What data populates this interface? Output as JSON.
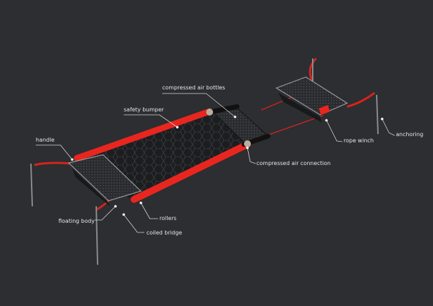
{
  "labels": {
    "compressed_air_bottles": "compressed air bottles",
    "safety_bumper": "safety bumper",
    "handle": "handle",
    "compressed_air_connection": "compressed air connection",
    "rope_winch": "rope winch",
    "anchoring": "anchoring",
    "rollers": "rollers",
    "floating_body": "floating body",
    "coiled_bridge": "coiled bridge"
  },
  "colors": {
    "background": "#2c2e31",
    "accent": "#e8261f",
    "body": "#1e1f21"
  }
}
